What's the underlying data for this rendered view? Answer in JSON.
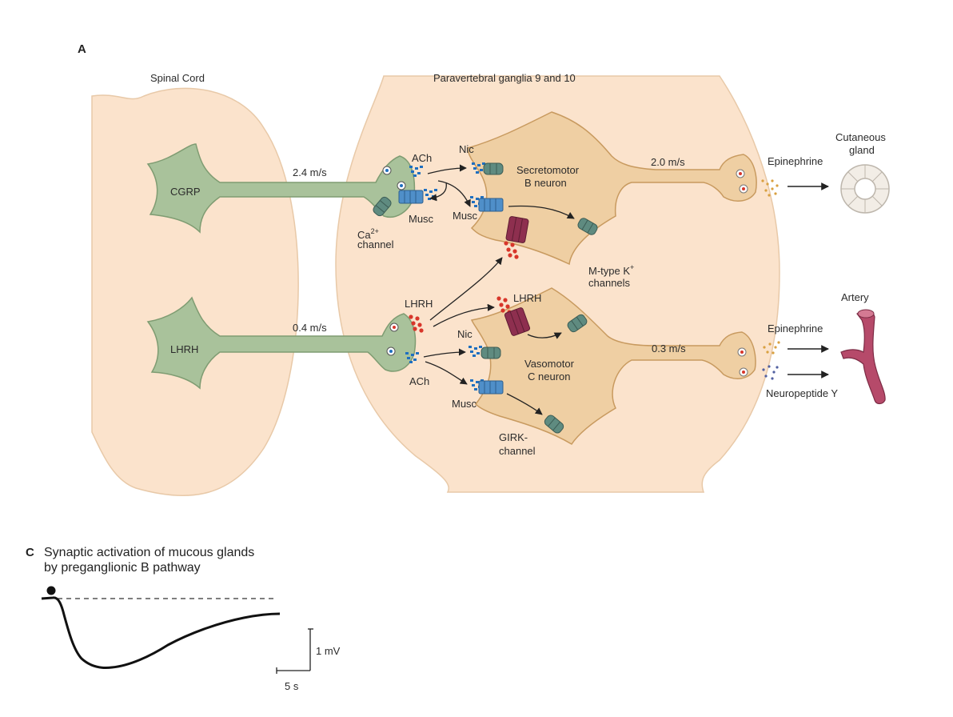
{
  "panel_a": {
    "letter": "A",
    "regions": {
      "spinal_cord": "Spinal Cord",
      "ganglia": "Paravertebral ganglia 9 and 10"
    },
    "preganglionic": {
      "cgrp": {
        "label": "CGRP",
        "velocity": "2.4 m/s"
      },
      "lhrh": {
        "label": "LHRH",
        "velocity": "0.4 m/s"
      }
    },
    "terminal_labels": {
      "ach_top": "ACh",
      "ach_bottom": "ACh",
      "musc_presyn": "Musc",
      "ca_channel_main": "Ca",
      "ca_channel_sup": "2+",
      "ca_channel_second": "channel",
      "lhrh_release": "LHRH"
    },
    "secretomotor": {
      "name_line1": "Secretomotor",
      "name_line2": "B neuron",
      "nic": "Nic",
      "musc": "Musc",
      "velocity": "2.0 m/s",
      "transmitter": "Epinephrine",
      "target_line1": "Cutaneous",
      "target_line2": "gland"
    },
    "vasomotor": {
      "name_line1": "Vasomotor",
      "name_line2": "C neuron",
      "nic": "Nic",
      "musc": "Musc",
      "lhrh": "LHRH",
      "velocity": "0.3 m/s",
      "transmitter1": "Epinephrine",
      "transmitter2": "Neuropeptide Y",
      "target": "Artery"
    },
    "channels": {
      "mtype_line1": "M-type K",
      "mtype_sup": "+",
      "mtype_line2": "channels",
      "girk_line1": "GIRK-",
      "girk_line2": "channel"
    }
  },
  "panel_c": {
    "letter": "C",
    "title_line1": "Synaptic activation of mucous glands",
    "title_line2": "by preganglionic B pathway",
    "scale_v": "1 mV",
    "scale_t": "5 s"
  },
  "colors": {
    "tissue": "#fbe3cc",
    "tissue_edge": "#e8c9a8",
    "preganglionic_neuron": "#a9c29b",
    "preganglionic_edge": "#7f9c72",
    "postganglionic_neuron": "#efcfa3",
    "postganglionic_edge": "#c89a5f",
    "receptor_green": "#5f8b80",
    "receptor_blue": "#4f8fc9",
    "receptor_maroon": "#8e2f4f",
    "ach_dots": "#1f6fc0",
    "lhrh_dots": "#d8362a",
    "epinephrine_dots": "#d9a040",
    "npy_dots": "#5160a0",
    "artery": "#b64a6a"
  }
}
